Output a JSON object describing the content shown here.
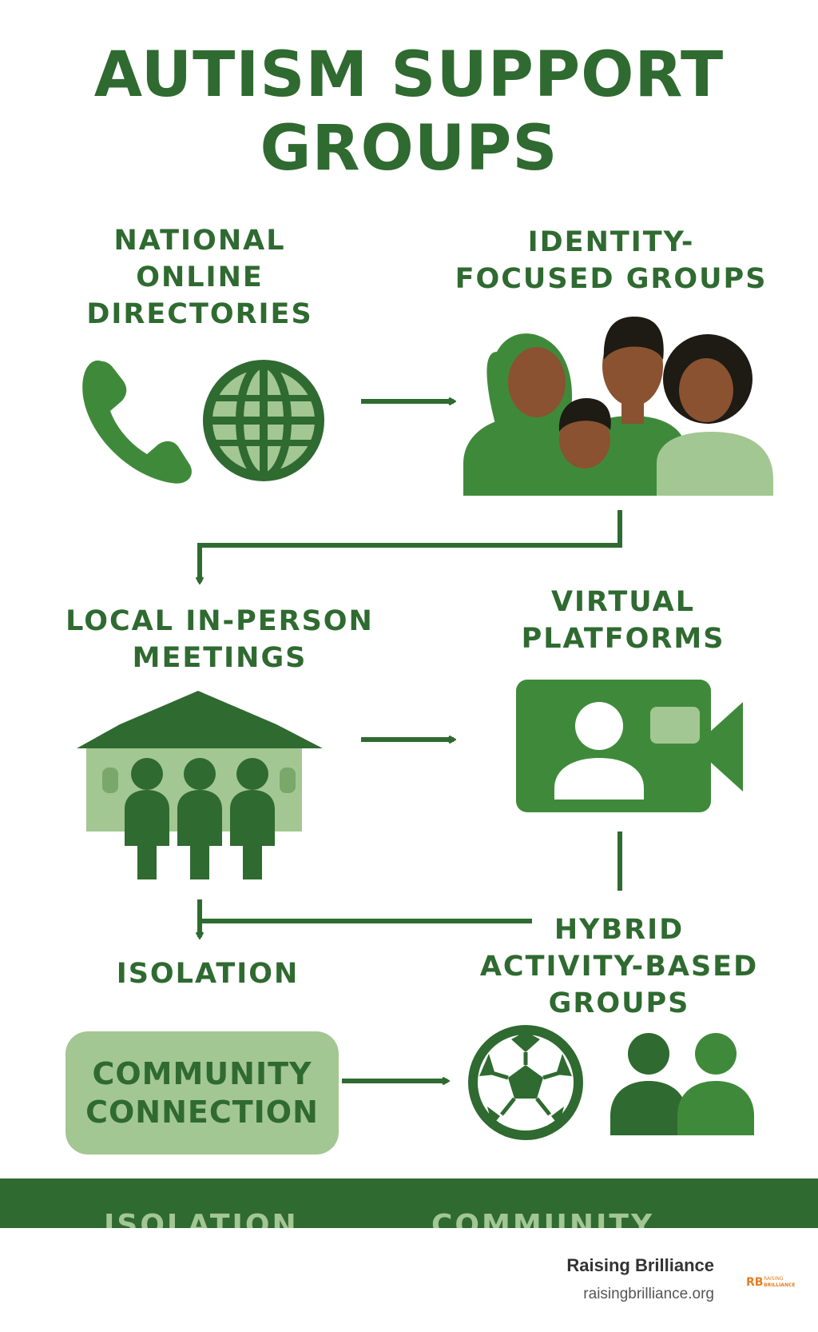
{
  "title": [
    "AUTISM SUPPORT",
    "GROUPS"
  ],
  "nodes": {
    "national_directories": [
      "NATIONAL",
      "ONLINE",
      "DIRECTORIES"
    ],
    "identity_groups": [
      "IDENTITY-",
      "FOCUSED GROUPS"
    ],
    "local_meetings": [
      "LOCAL IN-PERSON",
      "MEETINGS"
    ],
    "virtual_platforms": [
      "VIRTUAL",
      "PLATFORMS"
    ],
    "isolation": "ISOLATION",
    "hybrid_groups": [
      "HYBRID",
      "ACTIVITY-BASED",
      "GROUPS"
    ],
    "community_connection": [
      "COMMUNITY",
      "CONNECTION"
    ]
  },
  "icons": {
    "national_directories": [
      "phone-icon",
      "globe-icon"
    ],
    "identity_groups": "family-illustration",
    "local_meetings": "community-building-icon",
    "virtual_platforms": "video-call-icon",
    "hybrid_groups": [
      "soccer-ball-icon",
      "two-people-icon"
    ]
  },
  "band": {
    "left_text": "ISOLATION",
    "right_text": "COMMUNITY"
  },
  "footer": {
    "brand": "Raising Brilliance",
    "url": "raisingbrilliance.org",
    "logo_mark": "RB",
    "logo_text": [
      "RAISING",
      "BRILLIANCE"
    ]
  },
  "colors": {
    "dark_green": "#2f6a30",
    "mid_green": "#3f8a3a",
    "light_green": "#a3c792",
    "skin": "#8a5230",
    "logo_orange": "#e67e22"
  }
}
